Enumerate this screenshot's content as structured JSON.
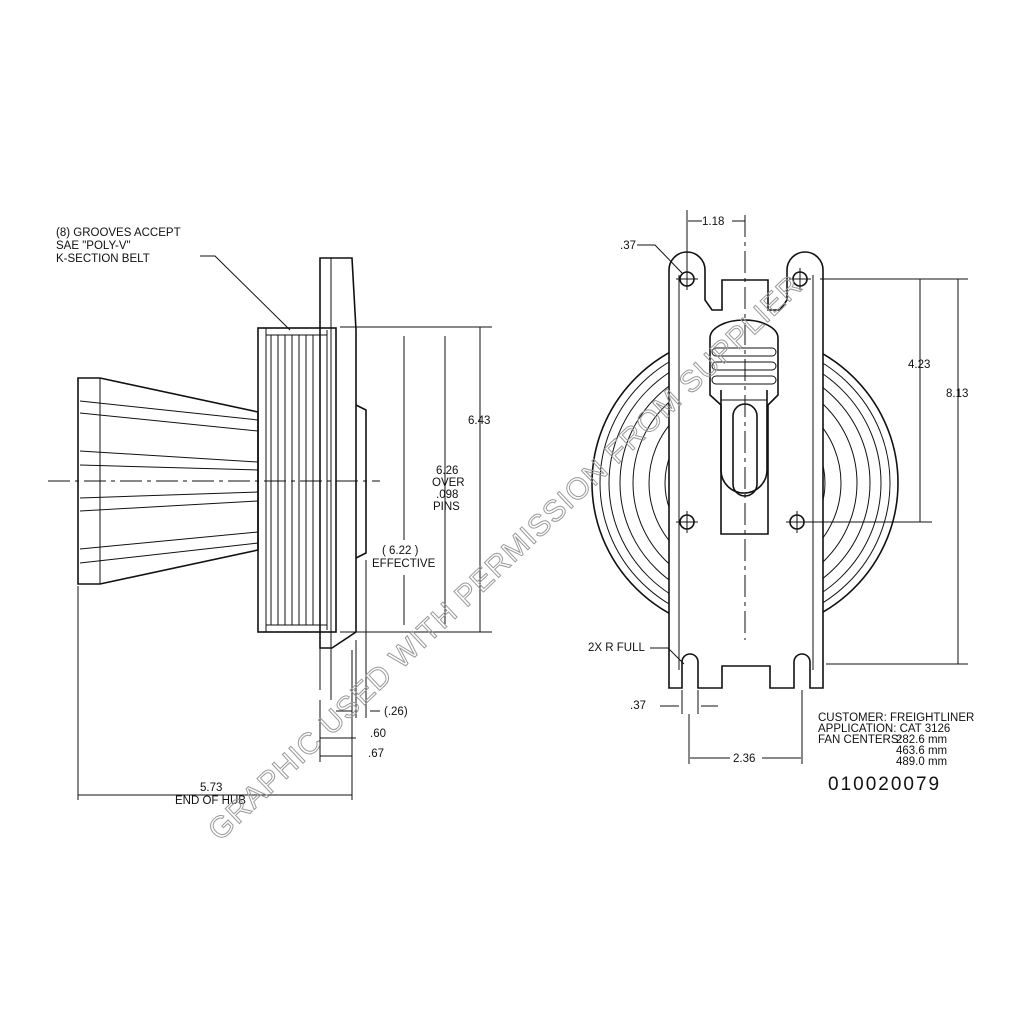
{
  "left_view": {
    "grooves_note": [
      "(8) GROOVES  ACCEPT",
      "SAE \"POLY-V\"",
      "K-SECTION  BELT"
    ],
    "dim_643": "6.43",
    "dim_626": [
      "6.26",
      "OVER",
      ".098",
      "PINS"
    ],
    "dim_622": [
      "( 6.22 )",
      "EFFECTIVE"
    ],
    "dim_026": "(.26)",
    "dim_060": ".60",
    "dim_067": ".67",
    "dim_573": [
      "5.73",
      "END OF HUB"
    ]
  },
  "right_view": {
    "dim_118": "1.18",
    "dim_037_top": ".37",
    "dim_423": "4.23",
    "dim_813": "8.13",
    "radius_note": "2X R FULL",
    "dim_037_bottom": ".37",
    "dim_236": "2.36"
  },
  "info_block": {
    "customer": "CUSTOMER:  FREIGHTLINER",
    "application": "APPLICATION:  CAT  3126",
    "fan_centers_label": "FAN CENTERS:",
    "fan_centers": [
      "282.6 mm",
      "463.6 mm",
      "489.0 mm"
    ]
  },
  "part_number": "010020079",
  "watermark": "GRAPHIC USED WITH PERMISSION FROM SUPPLIER"
}
